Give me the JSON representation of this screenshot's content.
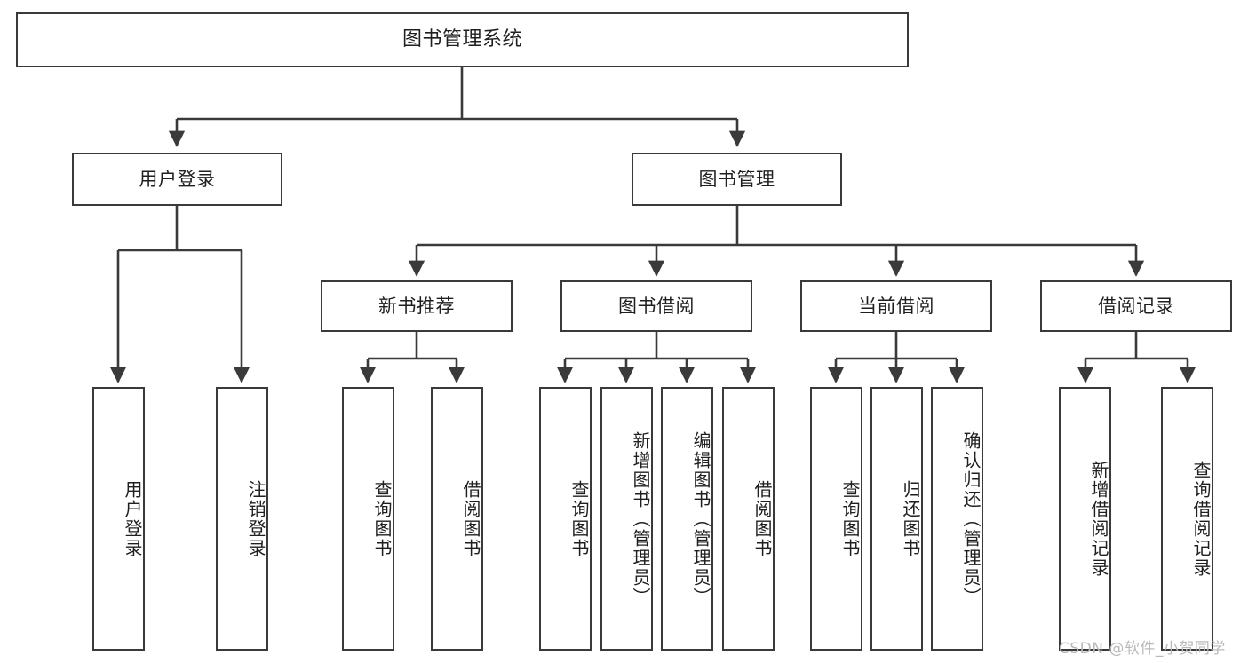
{
  "diagram": {
    "title": "图书管理系统",
    "type": "tree-hierarchy-chart",
    "watermark": "CSDN @软件_小贺同学",
    "line_color": "#3a3a3a",
    "box_fill": "#ffffff",
    "text_color": "#1f1f1f",
    "root": {
      "label": "图书管理系统"
    },
    "level2": [
      {
        "label": "用户登录"
      },
      {
        "label": "图书管理"
      }
    ],
    "level3": [
      {
        "label": "新书推荐"
      },
      {
        "label": "图书借阅"
      },
      {
        "label": "当前借阅"
      },
      {
        "label": "借阅记录"
      }
    ],
    "leaves": {
      "user_login": [
        {
          "label": "用户登录"
        },
        {
          "label": "注销登录"
        }
      ],
      "new_book_recommend": [
        {
          "label": "查询图书"
        },
        {
          "label": "借阅图书"
        }
      ],
      "book_borrow": [
        {
          "label": "查询图书"
        },
        {
          "label": "新增图书（管理员）"
        },
        {
          "label": "编辑图书（管理员）"
        },
        {
          "label": "借阅图书"
        }
      ],
      "current_borrow": [
        {
          "label": "查询图书"
        },
        {
          "label": "归还图书"
        },
        {
          "label": "确认归还（管理员）"
        }
      ],
      "borrow_record": [
        {
          "label": "新增借阅记录"
        },
        {
          "label": "查询借阅记录"
        }
      ]
    }
  }
}
